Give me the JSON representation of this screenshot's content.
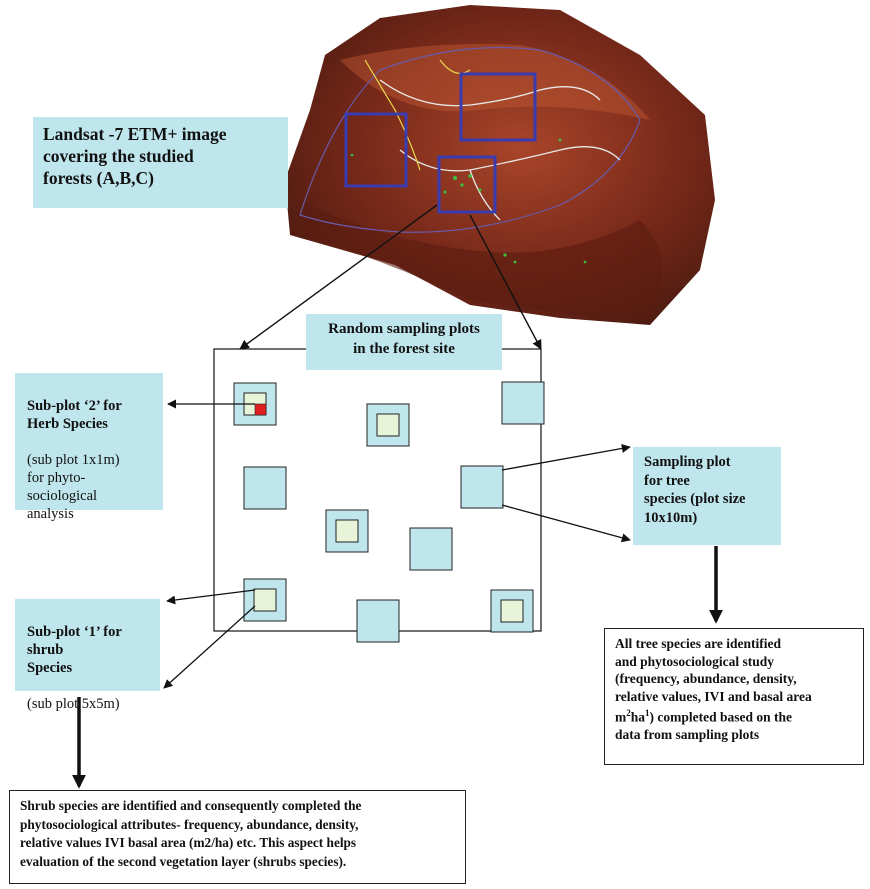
{
  "satellite": {
    "caption": "Landsat -7 ETM+ image\ncovering the studied\nforests (A,B,C)"
  },
  "sampling_site": {
    "title": "Random sampling plots\nin the forest site"
  },
  "herb_subplot": {
    "label": "Sub-plot ‘2’ for\nHerb Species",
    "detail": "(sub plot 1x1m)\nfor phyto-\nsociological\nanalysis"
  },
  "shrub_subplot": {
    "label": "Sub-plot ‘1’ for\nshrub\nSpecies",
    "detail": "(sub plot 5x5m)"
  },
  "tree_plot": {
    "label": "Sampling plot\nfor tree\nspecies (plot size\n10x10m)"
  },
  "tree_outcome": {
    "text_before_sup": "All tree species are identified\nand phytosociological study\n(frequency, abundance, density,\nrelative values, IVI and basal area\nm",
    "sup1": "2",
    "text_mid": "ha",
    "sup2": "1",
    "text_after": ") completed based on the\ndata from sampling plots"
  },
  "shrub_outcome": {
    "text": "Shrub species are identified and consequently completed the\nphytosociological attributes- frequency, abundance, density,\nrelative values IVI basal area (m2/ha) etc. This aspect helps\nevaluation of the second vegetation layer (shrubs species)."
  },
  "colors": {
    "label_fill": "#bfe6ec",
    "plot_fill": "#bfe6ec",
    "subplot_fill": "#e8f4d8",
    "herb_marker": "#e02020",
    "terrain": "#7a2a1a",
    "sample_box": "#3b3bb0"
  }
}
